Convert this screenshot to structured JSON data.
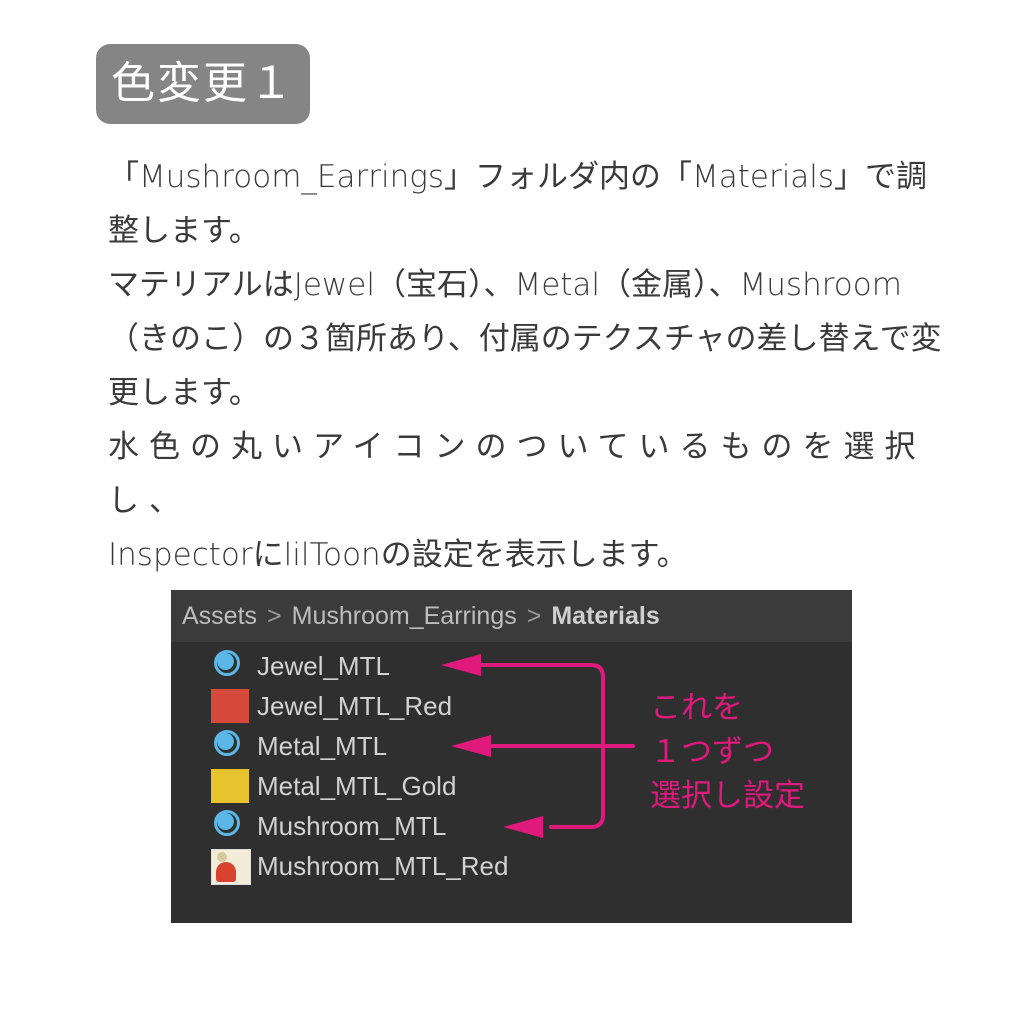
{
  "heading": {
    "label": "色変更１",
    "bg_color": "#858585"
  },
  "body": {
    "paragraphs": [
      "「Mushroom_Earrings」フォルダ内の「Materials」で調整します。",
      "マテリアルはJewel（宝石）、Metal（金属）、Mushroom（きのこ）の３箇所あり、付属のテクスチャの差し替えで変更します。",
      "水色の丸いアイコンのついているものを選択し、",
      "InspectorにlilToonの設定を表示します。"
    ]
  },
  "project_panel": {
    "breadcrumb": [
      {
        "label": "Assets"
      },
      {
        "label": "Mushroom_Earrings"
      },
      {
        "label": "Materials"
      }
    ],
    "separator": ">",
    "items": [
      {
        "name": "Jewel_MTL",
        "icon": "material-icon"
      },
      {
        "name": "Jewel_MTL_Red",
        "icon": "color-swatch-icon",
        "color": "#d64a3b"
      },
      {
        "name": "Metal_MTL",
        "icon": "material-icon"
      },
      {
        "name": "Metal_MTL_Gold",
        "icon": "color-swatch-icon",
        "color": "#e7c42d"
      },
      {
        "name": "Mushroom_MTL",
        "icon": "material-icon"
      },
      {
        "name": "Mushroom_MTL_Red",
        "icon": "texture-thumbnail-icon"
      }
    ],
    "annotation": {
      "lines": [
        "これを",
        "１つずつ",
        "選択し設定"
      ],
      "color": "#e0197d"
    }
  }
}
